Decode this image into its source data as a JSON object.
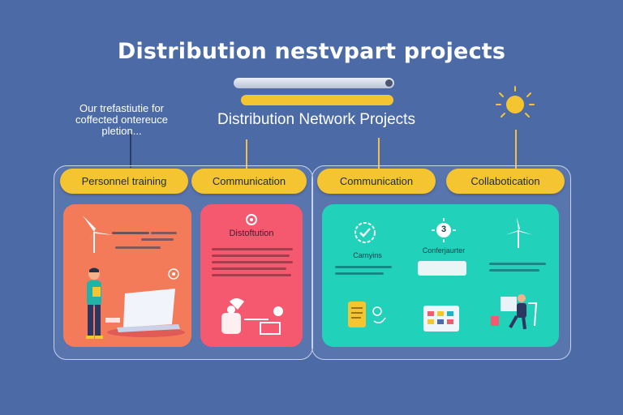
{
  "title": "Distribution nestvpart projects",
  "subtitle": "Distribution Network Projects",
  "side_note": {
    "line1": "Our trefastiutie for",
    "line2": "coffected ontereuce",
    "line3": "pletion..."
  },
  "pills": {
    "p1": "Personnel training",
    "p2": "Communication",
    "p3": "Communication",
    "p4": "Collabotication"
  },
  "cards": {
    "red_card": {
      "heading": "Distoftution"
    },
    "teal_card": {
      "label_left": "Carnyins",
      "label_mid": "Conferjaurter",
      "badge_number": "3"
    }
  },
  "colors": {
    "background": "#4b6aa6",
    "accent_yellow": "#f5c531",
    "orange_card": "#f47b5a",
    "red_card": "#f55970",
    "teal_card": "#21d1b9"
  },
  "icons": [
    "sun-icon",
    "wind-turbine-icon",
    "lightbulb-icon",
    "gear-icon",
    "clipboard-icon",
    "checkmark-gear-icon",
    "calendar-icon",
    "laptop-icon",
    "person-icon"
  ]
}
